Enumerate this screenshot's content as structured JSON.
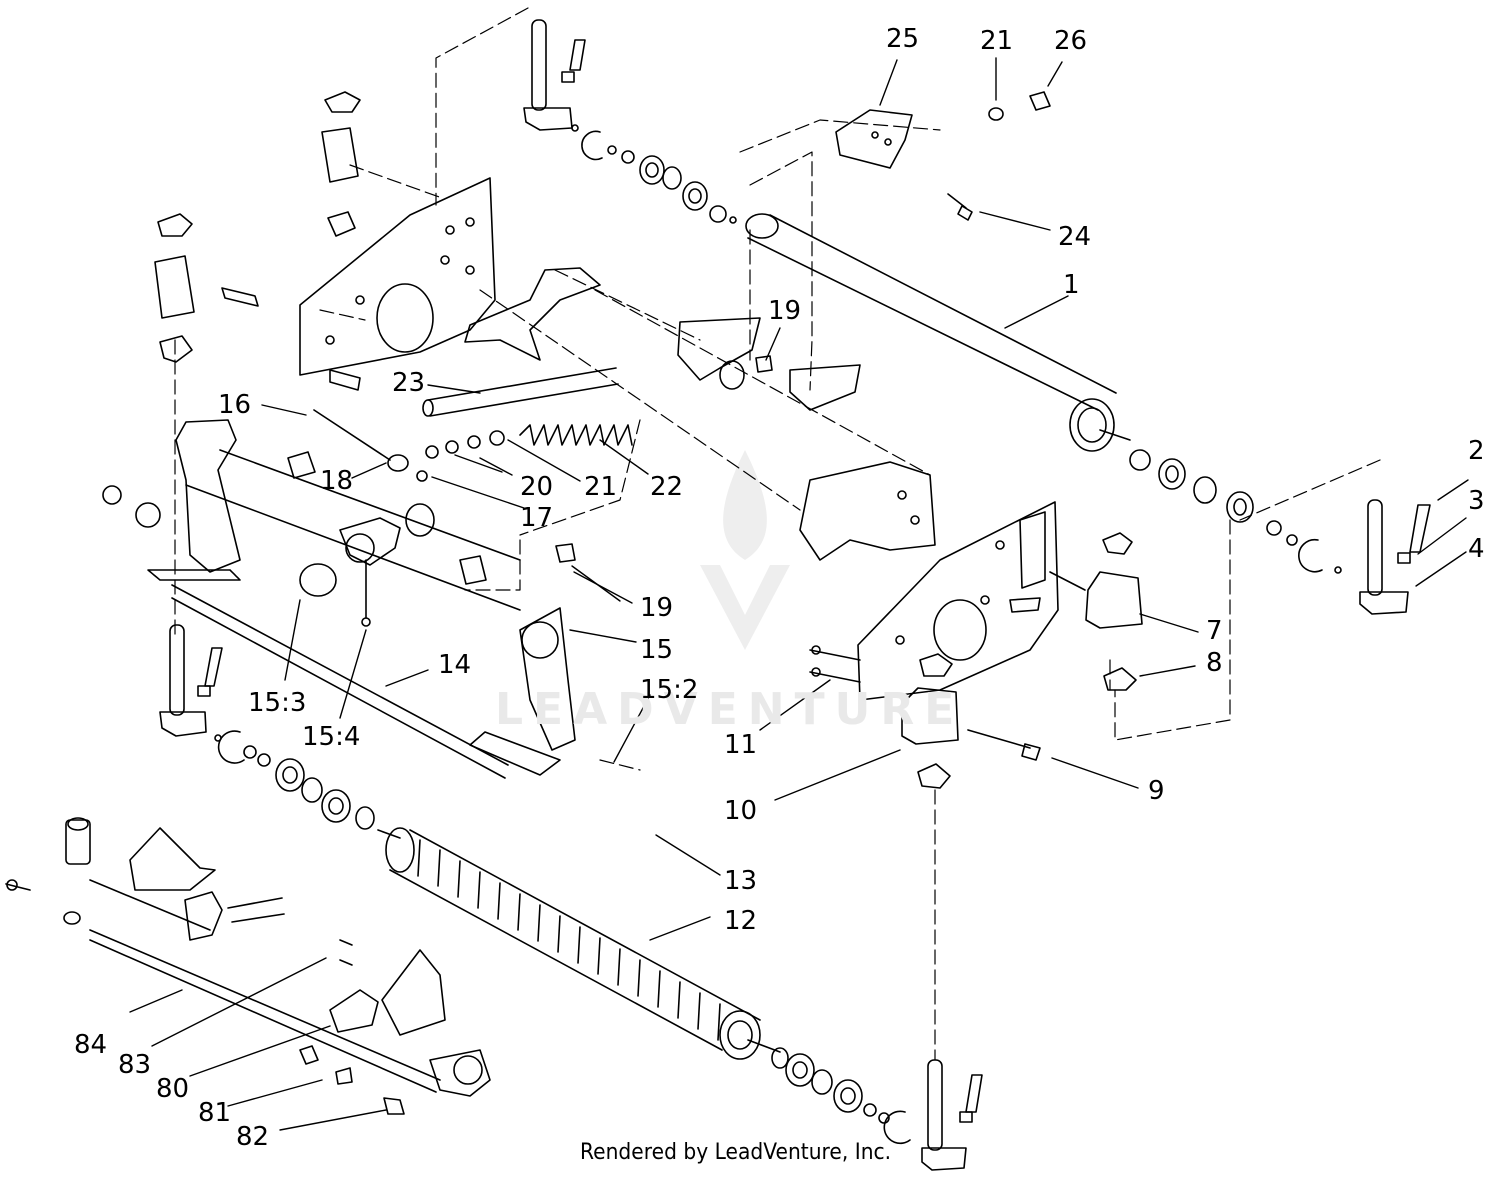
{
  "credit": "Rendered by LeadVenture, Inc.",
  "watermark": "LEADVENTURE",
  "colors": {
    "line": "#000000",
    "paper": "#ffffff",
    "watermark": "#e6e6e6"
  },
  "callouts": {
    "c1": "1",
    "c2": "2",
    "c3": "3",
    "c4": "4",
    "c7": "7",
    "c8": "8",
    "c9": "9",
    "c10": "10",
    "c11": "11",
    "c12": "12",
    "c13": "13",
    "c14": "14",
    "c15": "15",
    "c15_2": "15:2",
    "c15_3": "15:3",
    "c15_4": "15:4",
    "c16": "16",
    "c17": "17",
    "c18": "18",
    "c19a": "19",
    "c19b": "19",
    "c20": "20",
    "c21a": "21",
    "c21b": "21",
    "c22": "22",
    "c23": "23",
    "c24": "24",
    "c25": "25",
    "c26": "26",
    "c80": "80",
    "c81": "81",
    "c82": "82",
    "c83": "83",
    "c84": "84"
  }
}
